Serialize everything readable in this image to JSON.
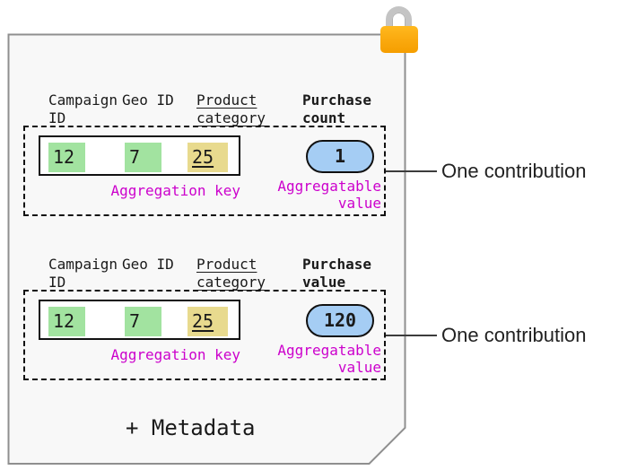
{
  "page": {
    "kind": "aggregatable-report-diagram",
    "metadata_label": "+ Metadata",
    "lock_icon": "lock",
    "colors": {
      "page_bg": "#f8f8f8",
      "page_border": "#8f8f8f",
      "key_cell_green": "#a2e3a0",
      "key_cell_yellow": "#e8da8e",
      "value_pill_blue": "#a5cdf4",
      "label_magenta": "#cc00cc",
      "lock_orange": "#fbab10",
      "lock_shackle_gray": "#c4c4c4"
    }
  },
  "sections": [
    {
      "headers": [
        {
          "label": "Campaign ID"
        },
        {
          "label": "Geo ID"
        },
        {
          "label": "Product category",
          "underline": true
        },
        {
          "label": "Purchase count",
          "bold": true
        }
      ],
      "key_cells": [
        {
          "value": "12",
          "color": "green"
        },
        {
          "value": "7",
          "color": "green"
        },
        {
          "value": "25",
          "color": "yellow",
          "underline": true
        }
      ],
      "aggregation_key_label": "Aggregation key",
      "aggregatable_value": "1",
      "aggregatable_value_label": "Aggregatable value",
      "annotation": "One contribution"
    },
    {
      "headers": [
        {
          "label": "Campaign ID"
        },
        {
          "label": "Geo ID"
        },
        {
          "label": "Product category",
          "underline": true
        },
        {
          "label": "Purchase value",
          "bold": true
        }
      ],
      "key_cells": [
        {
          "value": "12",
          "color": "green"
        },
        {
          "value": "7",
          "color": "green"
        },
        {
          "value": "25",
          "color": "yellow",
          "underline": true
        }
      ],
      "aggregation_key_label": "Aggregation key",
      "aggregatable_value": "120",
      "aggregatable_value_label": "Aggregatable value",
      "annotation": "One contribution"
    }
  ]
}
